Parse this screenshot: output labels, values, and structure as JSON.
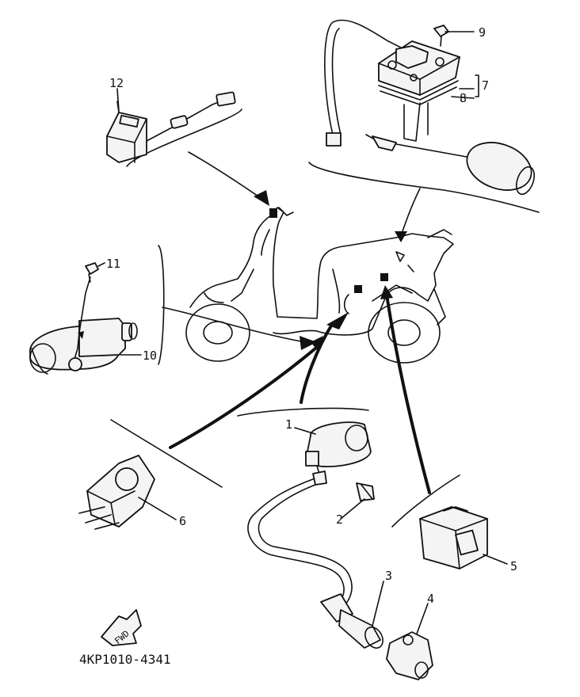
{
  "diagram": {
    "drawing_code": "4KP1010-4341",
    "front_marker": "FWD",
    "callouts": [
      {
        "id": "callout-1",
        "text": "1"
      },
      {
        "id": "callout-2",
        "text": "2"
      },
      {
        "id": "callout-3",
        "text": "3"
      },
      {
        "id": "callout-4",
        "text": "4"
      },
      {
        "id": "callout-5",
        "text": "5"
      },
      {
        "id": "callout-6",
        "text": "6"
      },
      {
        "id": "callout-7",
        "text": "7"
      },
      {
        "id": "callout-8",
        "text": "8"
      },
      {
        "id": "callout-9",
        "text": "9"
      },
      {
        "id": "callout-10",
        "text": "10"
      },
      {
        "id": "callout-11",
        "text": "11"
      },
      {
        "id": "callout-12",
        "text": "12"
      }
    ]
  }
}
